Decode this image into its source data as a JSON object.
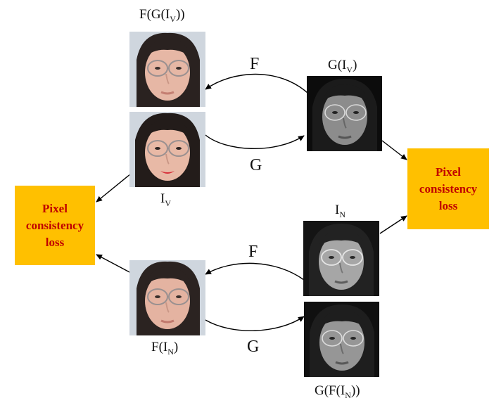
{
  "labels": {
    "fgiv": {
      "pre": "F(G(I",
      "sub": "V",
      "post": "))"
    },
    "giv": {
      "pre": "G(I",
      "sub": "V",
      "post": ")"
    },
    "iv": {
      "pre": "I",
      "sub": "V",
      "post": ""
    },
    "in": {
      "pre": "I",
      "sub": "N",
      "post": ""
    },
    "fin": {
      "pre": "F(I",
      "sub": "N",
      "post": ")"
    },
    "gfin": {
      "pre": "G(F(I",
      "sub": "N",
      "post": "))"
    }
  },
  "arrows": {
    "F_top": "F",
    "G_top": "G",
    "F_bottom": "F",
    "G_bottom": "G"
  },
  "loss_left": {
    "line1": "Pixel",
    "line2": "consistency",
    "line3": "loss"
  },
  "loss_right": {
    "line1": "Pixel",
    "line2": "consistency",
    "line3": "loss"
  },
  "colors": {
    "box_fill": "#ffc000",
    "box_text": "#c00000"
  }
}
